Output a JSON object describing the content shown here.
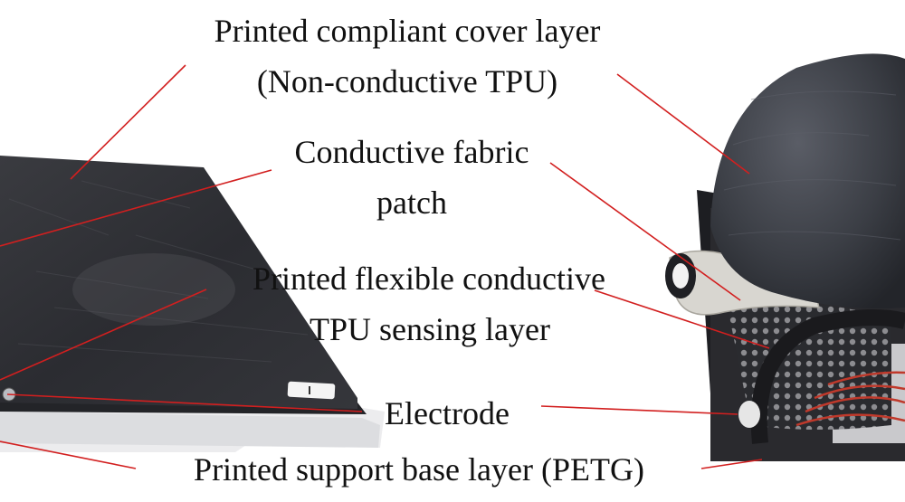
{
  "figure": {
    "labels": {
      "cover_layer_line1": "Printed compliant cover layer",
      "cover_layer_line2": "(Non-conductive TPU)",
      "fabric_patch_line1": "Conductive  fabric",
      "fabric_patch_line2": "patch",
      "sensing_layer_line1": "Printed flexible conductive",
      "sensing_layer_line2": "TPU sensing layer",
      "electrode": "Electrode",
      "base_layer": "Printed support base layer (PETG)"
    },
    "colors": {
      "leader_lines": "#d21f1f",
      "dark_tpu": "#2e2e33",
      "petg_base": "#e9e9ea",
      "fabric": "#d8d6d0",
      "wires": "#c0392b"
    }
  }
}
